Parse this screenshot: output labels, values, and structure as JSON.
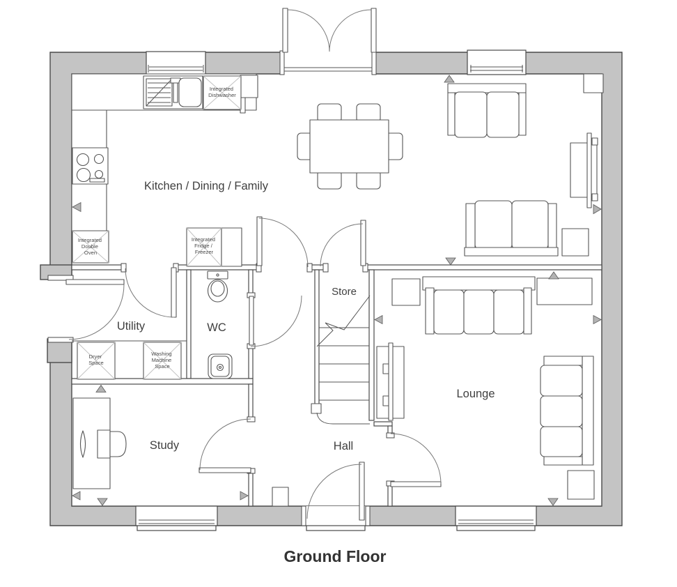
{
  "title": "Ground Floor",
  "rooms": {
    "kitchen_dining_family": "Kitchen / Dining / Family",
    "utility": "Utility",
    "wc": "WC",
    "store": "Store",
    "lounge": "Lounge",
    "study": "Study",
    "hall": "Hall"
  },
  "appliances": {
    "dishwasher": [
      "Integrated",
      "Dishwasher"
    ],
    "double_oven": [
      "Integrated",
      "Double",
      "Oven"
    ],
    "fridge_freezer": [
      "Integrated",
      "Fridge /",
      "Freezer"
    ],
    "dryer": [
      "Dryer",
      "Space"
    ],
    "washing_machine": [
      "Washing",
      "Machine",
      "Space"
    ]
  },
  "colors": {
    "wall_fill": "#c4c4c4",
    "wall_line": "#4a4a4a",
    "furniture_line": "#555555",
    "label_text": "#3f3f3f",
    "marker_fill": "#b3b3b3"
  }
}
